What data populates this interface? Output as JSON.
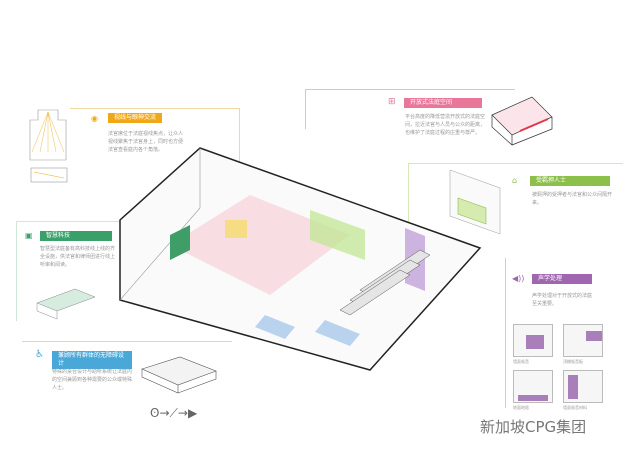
{
  "sections": {
    "sightline": {
      "title": "视线与眼神交流",
      "body": "法官席位于法庭视线焦点，让众人视线聚焦于法官身上，同时也方便法官查看庭内各个角落。",
      "color": "#f0a818"
    },
    "open_court": {
      "title": "开放式法庭空间",
      "body": "平台高度的降低营造开放式的法庭空间，拉近法官与人员与公众的距离，也维护了法庭过程的庄重与尊严。",
      "color": "#e8779a"
    },
    "detainee": {
      "title": "受羁押人士",
      "body": "被羁押的受押者与法官和公众间隔开来。",
      "color": "#8cc04a"
    },
    "smart_tech": {
      "title": "智慧科技",
      "body": "智慧型法庭备有高科技线上线的齐全设施，供法官和律师团进行线上听审和阅读。",
      "color": "#3aa06a"
    },
    "accessibility": {
      "title": "兼顾所有群体的无障碍设计",
      "body": "特殊的桌台设计与助听系统让法庭内的空间兼顾到各种需要的公众或特殊人士。",
      "color": "#4aa8d8"
    },
    "acoustics": {
      "title": "声学处理",
      "body": "声学处理对于开放式的法庭至关重要。",
      "color": "#a066b0",
      "thumbs": [
        "墙面吸音",
        "顶棚吸音板",
        "地面地毯",
        "墙面吸音材料"
      ]
    }
  },
  "watermark": "新加坡CPG集团"
}
